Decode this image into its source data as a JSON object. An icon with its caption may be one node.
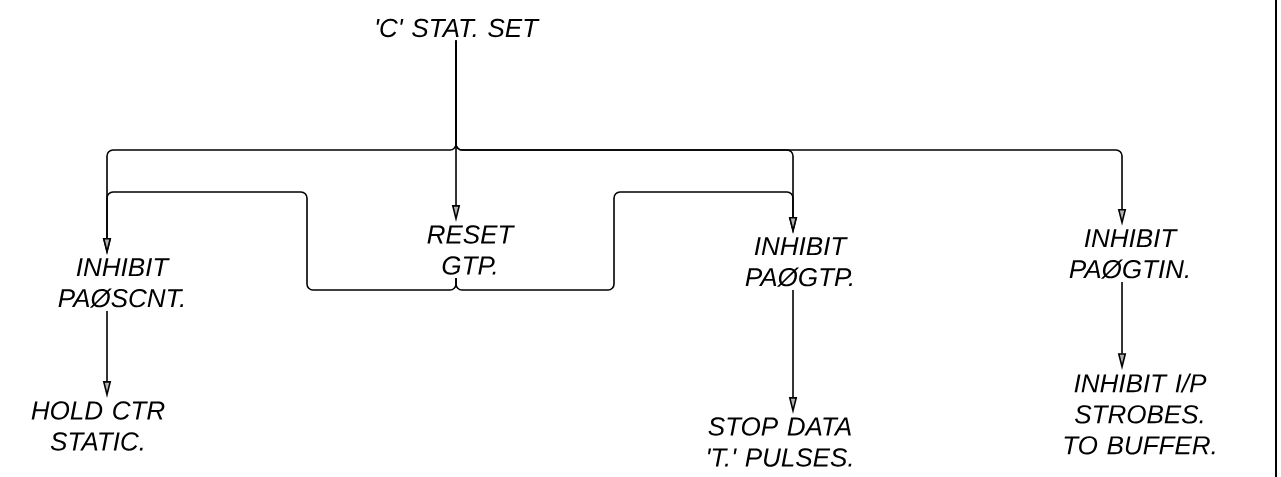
{
  "diagram": {
    "nodes": [
      {
        "text": [
          "'C' STAT. SET"
        ]
      },
      {
        "text": [
          "INHIBIT PAØSCNT."
        ]
      },
      {
        "text": [
          "RESET GTP."
        ]
      },
      {
        "text": [
          "INHIBIT PAØGTP."
        ]
      },
      {
        "text": [
          "INHIBIT PAØGTIN."
        ]
      },
      {
        "text": [
          "HOLD CTR STATIC."
        ]
      },
      {
        "text": [
          "STOP DATA 'T.' PULSES."
        ]
      },
      {
        "text": [
          "INHIBIT I/P STROBES. TO BUFFER."
        ]
      }
    ],
    "edges": [
      {
        "from": 0,
        "to": 1,
        "arrow": "to"
      },
      {
        "from": 0,
        "to": 2,
        "arrow": "to"
      },
      {
        "from": 0,
        "to": 3,
        "arrow": "to"
      },
      {
        "from": 0,
        "to": 4,
        "arrow": "to"
      },
      {
        "from": 2,
        "to": 1,
        "arrow": "to"
      },
      {
        "from": 2,
        "to": 3,
        "arrow": "to"
      },
      {
        "from": 1,
        "to": 5,
        "arrow": "to"
      },
      {
        "from": 3,
        "to": 6,
        "arrow": "to"
      },
      {
        "from": 4,
        "to": 7,
        "arrow": "to"
      }
    ]
  }
}
